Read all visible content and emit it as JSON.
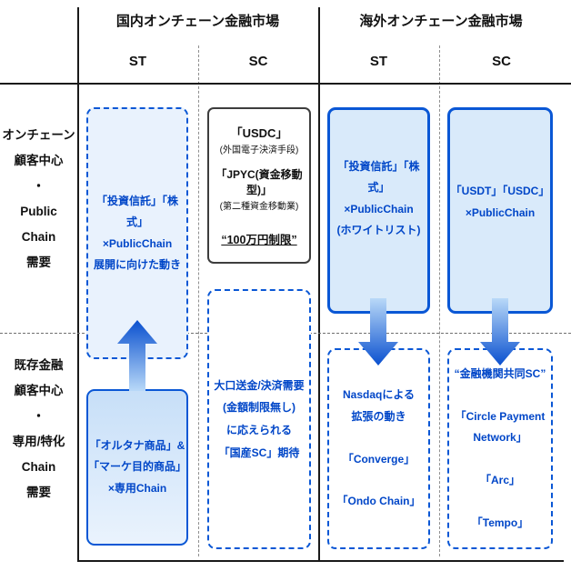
{
  "headers": {
    "domestic": "国内オンチェーン金融市場",
    "overseas": "海外オンチェーン金融市場",
    "domestic_st": "ST",
    "domestic_sc": "SC",
    "overseas_st": "ST",
    "overseas_sc": "SC"
  },
  "row_labels": {
    "row1": "オンチェーン\n顧客中心\n・\nPublic\nChain\n需要",
    "row2": "既存金融\n顧客中心\n・\n専用/特化\nChain\n需要"
  },
  "cells": {
    "domestic_st_dashed": "「投資信託」「株式」\n×PublicChain\n展開に向けた動き",
    "domestic_st_solid": "「オルタナ商品」&\n「マーケ目的商品」\n×専用Chain",
    "domestic_sc_box": {
      "usdc": "「USDC」",
      "usdc_note": "(外国電子決済手段)",
      "jpyc": "「JPYC(資金移動型)」",
      "jpyc_note": "(第二種資金移動業)",
      "limit": "“100万円制限”"
    },
    "domestic_sc_dashed": "大口送金/決済需要\n(金額制限無し)\nに応えられる\n「国産SC」期待",
    "overseas_st_solid": "「投資信託」「株式」\n×PublicChain\n(ホワイトリスト)",
    "overseas_st_dashed": "Nasdaqによる\n拡張の動き\n\n「Converge」\n\n「Ondo Chain」",
    "overseas_sc_solid": "「USDT」「USDC」\n×PublicChain",
    "overseas_sc_dashed": "“金融機関共同SC”\n\n「Circle Payment\nNetwork」\n\n「Arc」\n\n「Tempo」"
  },
  "colors": {
    "accent_blue": "#0a57d5",
    "blue_text": "#0046c8",
    "light_blue_fill": "#d9eafa",
    "tint_fill": "#e9f2fd",
    "dark_border": "#3d3d3d"
  }
}
